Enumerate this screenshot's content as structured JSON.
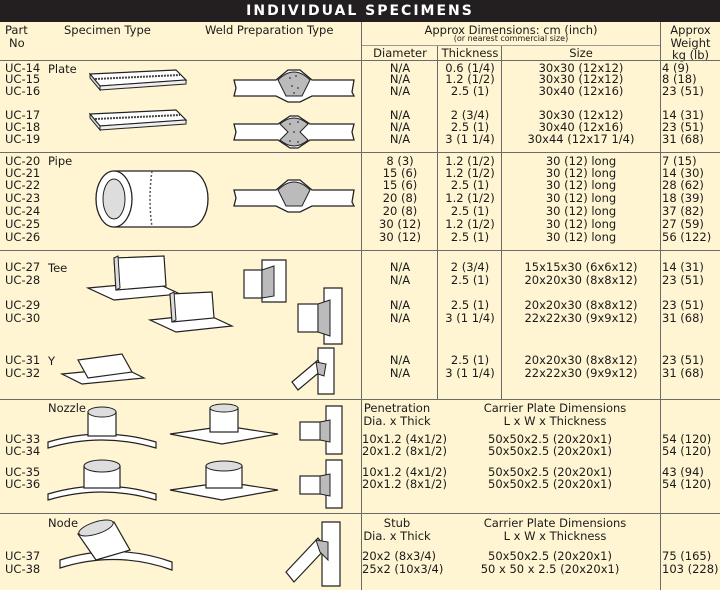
{
  "title": "INDIVIDUAL SPECIMENS",
  "headers": {
    "part": "Part",
    "no": "No",
    "specimen_type": "Specimen Type",
    "weld_prep": "Weld Preparation Type",
    "dimensions": "Approx Dimensions: cm (inch)",
    "dimensions_note": "(or nearest commercial size)",
    "diameter": "Diameter",
    "thickness": "Thickness",
    "size": "Size",
    "approx": "Approx",
    "weight": "Weight",
    "weight_unit": "kg (lb)"
  },
  "groups": {
    "plate": "Plate",
    "pipe": "Pipe",
    "tee": "Tee",
    "y": "Y",
    "nozzle": "Nozzle",
    "node": "Node"
  },
  "rows": [
    {
      "part": "UC-14",
      "diameter": "N/A",
      "thickness": "0.6 (1/4)",
      "size": "30x30 (12x12)",
      "weight": "4 (9)"
    },
    {
      "part": "UC-15",
      "diameter": "N/A",
      "thickness": "1.2 (1/2)",
      "size": "30x30 (12x12)",
      "weight": "8 (18)"
    },
    {
      "part": "UC-16",
      "diameter": "N/A",
      "thickness": "2.5 (1)",
      "size": "30x40 (12x16)",
      "weight": "23 (51)"
    },
    {
      "part": "UC-17",
      "diameter": "N/A",
      "thickness": "2 (3/4)",
      "size": "30x30 (12x12)",
      "weight": "14 (31)"
    },
    {
      "part": "UC-18",
      "diameter": "N/A",
      "thickness": "2.5 (1)",
      "size": "30x40 (12x16)",
      "weight": "23 (51)"
    },
    {
      "part": "UC-19",
      "diameter": "N/A",
      "thickness": "3 (1 1/4)",
      "size": "30x44 (12x17 1/4)",
      "weight": "31 (68)"
    },
    {
      "part": "UC-20",
      "diameter": "8 (3)",
      "thickness": "1.2 (1/2)",
      "size": "30 (12) long",
      "weight": "7 (15)"
    },
    {
      "part": "UC-21",
      "diameter": "15 (6)",
      "thickness": "1.2 (1/2)",
      "size": "30 (12) long",
      "weight": "14 (30)"
    },
    {
      "part": "UC-22",
      "diameter": "15 (6)",
      "thickness": "2.5 (1)",
      "size": "30 (12) long",
      "weight": "28 (62)"
    },
    {
      "part": "UC-23",
      "diameter": "20 (8)",
      "thickness": "1.2 (1/2)",
      "size": "30 (12) long",
      "weight": "18 (39)"
    },
    {
      "part": "UC-24",
      "diameter": "20 (8)",
      "thickness": "2.5 (1)",
      "size": "30 (12) long",
      "weight": "37 (82)"
    },
    {
      "part": "UC-25",
      "diameter": "30 (12)",
      "thickness": "1.2 (1/2)",
      "size": "30 (12) long",
      "weight": "27 (59)"
    },
    {
      "part": "UC-26",
      "diameter": "30 (12)",
      "thickness": "2.5 (1)",
      "size": "30 (12) long",
      "weight": "56 (122)"
    },
    {
      "part": "UC-27",
      "diameter": "N/A",
      "thickness": "2 (3/4)",
      "size": "15x15x30 (6x6x12)",
      "weight": "14 (31)"
    },
    {
      "part": "UC-28",
      "diameter": "N/A",
      "thickness": "2.5 (1)",
      "size": "20x20x30 (8x8x12)",
      "weight": "23 (51)"
    },
    {
      "part": "UC-29",
      "diameter": "N/A",
      "thickness": "2.5 (1)",
      "size": "20x20x30 (8x8x12)",
      "weight": "23 (51)"
    },
    {
      "part": "UC-30",
      "diameter": "N/A",
      "thickness": "3 (1 1/4)",
      "size": "22x22x30 (9x9x12)",
      "weight": "31 (68)"
    },
    {
      "part": "UC-31",
      "diameter": "N/A",
      "thickness": "2.5 (1)",
      "size": "20x20x30 (8x8x12)",
      "weight": "23 (51)"
    },
    {
      "part": "UC-32",
      "diameter": "N/A",
      "thickness": "3 (1 1/4)",
      "size": "22x22x30 (9x9x12)",
      "weight": "31 (68)"
    }
  ],
  "nozzle": {
    "col1_head1": "Penetration",
    "col1_head2": "Dia. x Thick",
    "col2_head1": "Carrier Plate Dimensions",
    "col2_head2": "L x W x Thickness",
    "rows": [
      {
        "part": "UC-33",
        "dim": "10x1.2 (4x1/2)",
        "plate": "50x50x2.5 (20x20x1)",
        "weight": "54 (120)"
      },
      {
        "part": "UC-34",
        "dim": "20x1.2 (8x1/2)",
        "plate": "50x50x2.5 (20x20x1)",
        "weight": "54 (120)"
      },
      {
        "part": "UC-35",
        "dim": "10x1.2 (4x1/2)",
        "plate": "50x50x2.5 (20x20x1)",
        "weight": "43 (94)"
      },
      {
        "part": "UC-36",
        "dim": "20x1.2 (8x1/2)",
        "plate": "50x50x2.5 (20x20x1)",
        "weight": "54 (120)"
      }
    ]
  },
  "node": {
    "col1_head1": "Stub",
    "col1_head2": "Dia. x Thick",
    "col2_head1": "Carrier Plate Dimensions",
    "col2_head2": "L x W x Thickness",
    "rows": [
      {
        "part": "UC-37",
        "dim": "20x2 (8x3/4)",
        "plate": "50x50x2.5 (20x20x1)",
        "weight": "75 (165)"
      },
      {
        "part": "UC-38",
        "dim": "25x2 (10x3/4)",
        "plate": "50 x 50 x 2.5 (20x20x1)",
        "weight": "103 (228)"
      }
    ]
  }
}
